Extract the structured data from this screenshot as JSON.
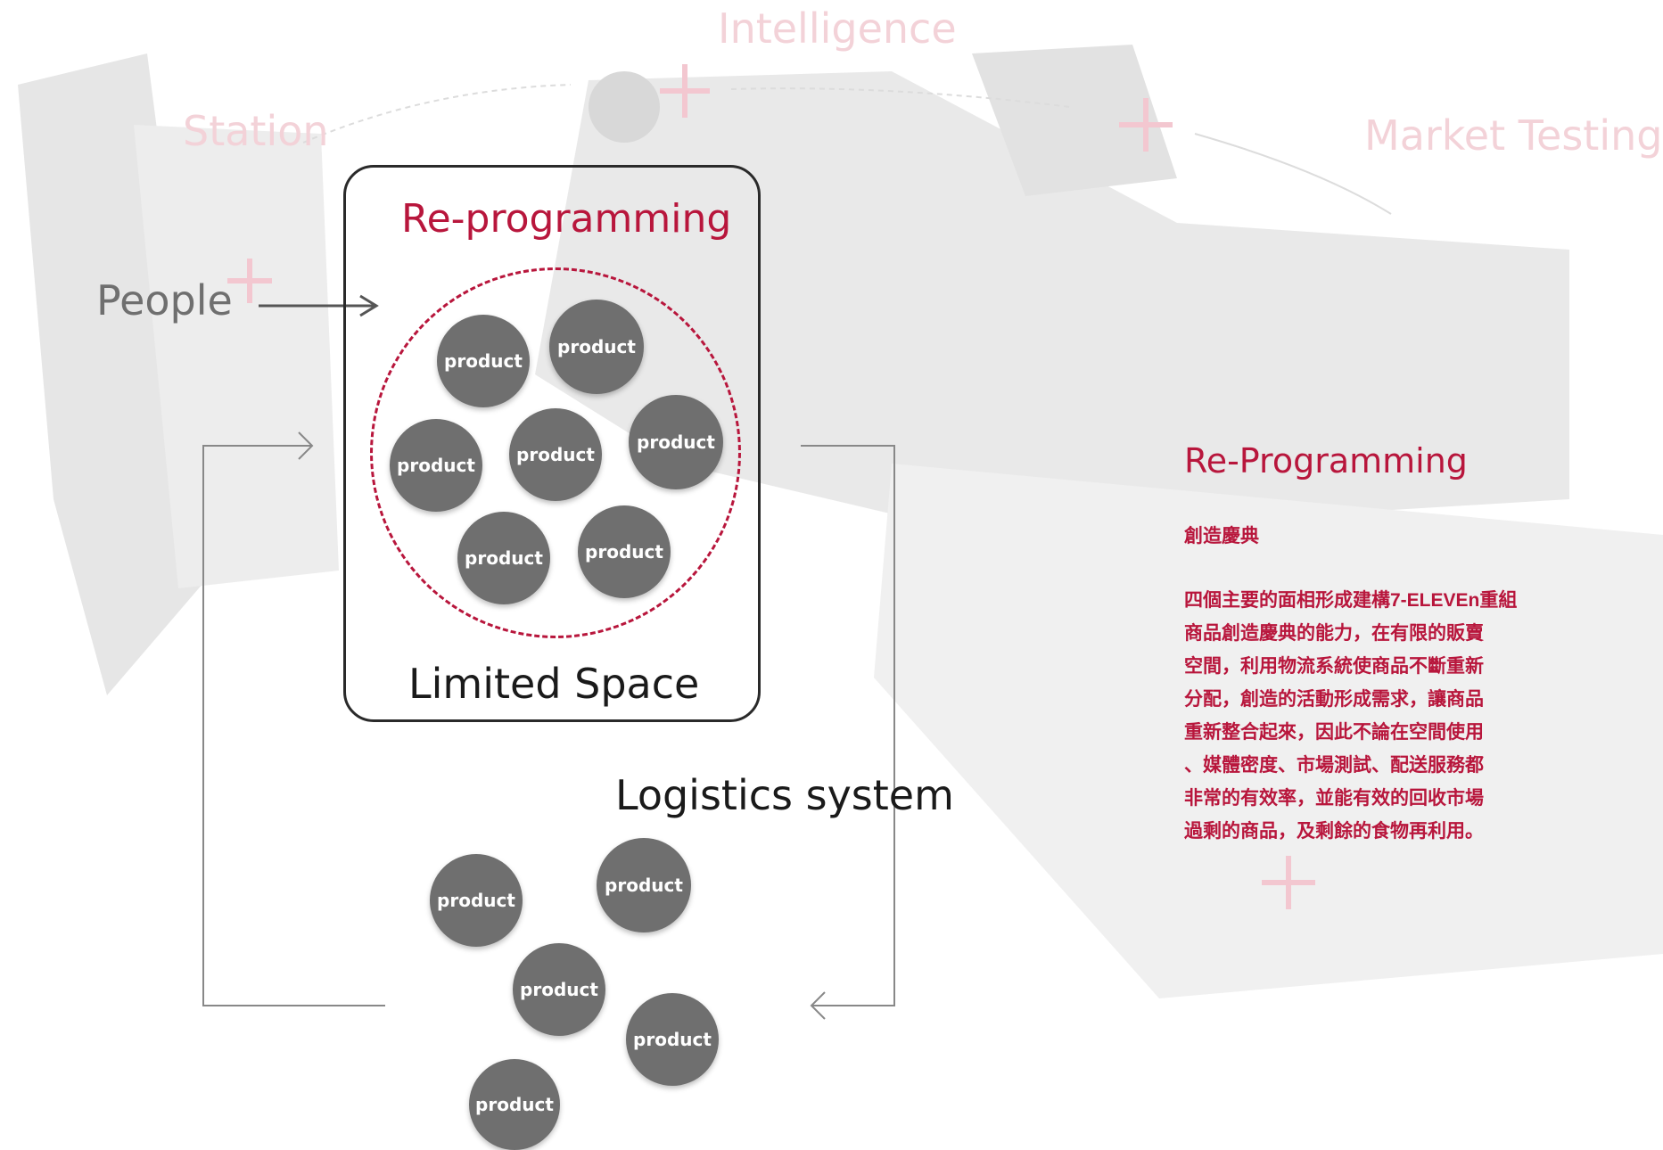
{
  "diagram": {
    "top_labels": [
      "Intelligence",
      "Station",
      "Market Testing"
    ],
    "people_label": "People",
    "reprogramming_label": "Re-programming",
    "limited_space_label": "Limited Space",
    "logistics_label": "Logistics system",
    "product_label": "product",
    "colors": {
      "accent": "#b8163c",
      "node": "#6f6f6f",
      "faded_text": "#f3d2d8"
    }
  },
  "side_panel": {
    "title": "Re-Programming",
    "subtitle": "創造慶典",
    "body_lines": [
      "四個主要的面相形成建構7-ELEVEn重組",
      "商品創造慶典的能力，在有限的販賣",
      "空間，利用物流系統使商品不斷重新",
      "分配，創造的活動形成需求，讓商品",
      "重新整合起來，因此不論在空間使用",
      "、媒體密度、市場測試、配送服務都",
      "非常的有效率，並能有效的回收市場",
      "過剩的商品，及剩餘的食物再利用。"
    ]
  }
}
